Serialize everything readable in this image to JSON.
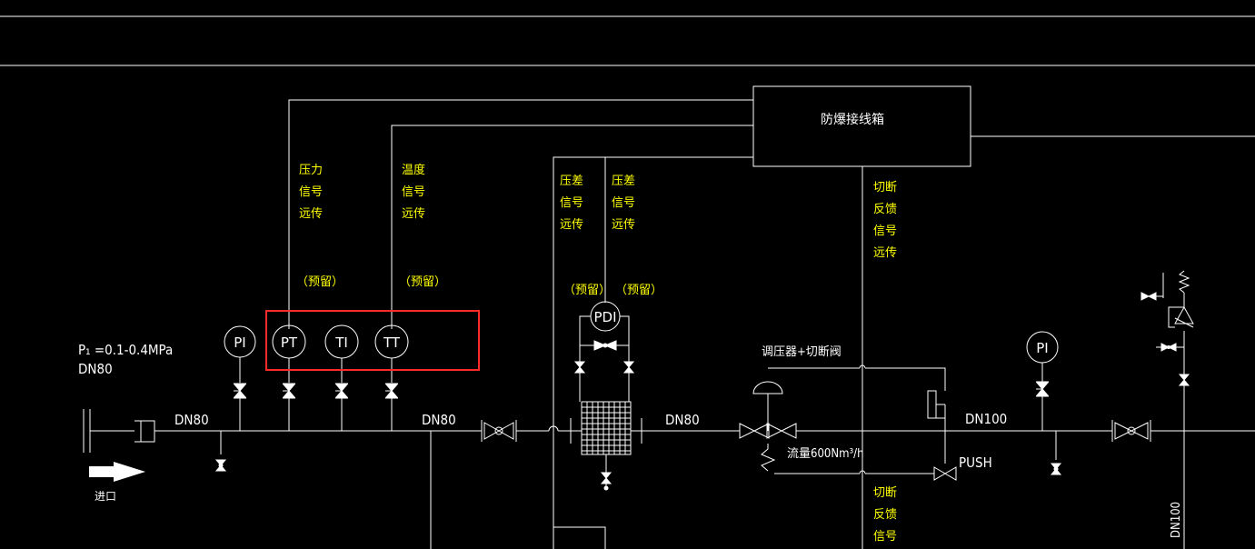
{
  "diagram": {
    "inlet_pressure": "P₁ =0.1-0.4MPa",
    "inlet_size": "DN80",
    "inlet_label": "进口",
    "junction_box": "防爆接线箱",
    "pipe_labels": [
      "DN80",
      "DN80",
      "DN80",
      "DN100",
      "DN100"
    ],
    "instruments": {
      "pi_1": "PI",
      "pt": "PT",
      "ti": "TI",
      "tt": "TT",
      "pdi": "PDI",
      "pi_2": "PI"
    },
    "reserved": "（预留）",
    "signals": {
      "pressure": [
        "压力",
        "信号",
        "远传"
      ],
      "temperature": [
        "温度",
        "信号",
        "远传"
      ],
      "dp_1": [
        "压差",
        "信号",
        "远传"
      ],
      "dp_2": [
        "压差",
        "信号",
        "远传"
      ],
      "cutoff_1": [
        "切断",
        "反馈",
        "信号",
        "远传"
      ],
      "cutoff_2": [
        "切断",
        "反馈",
        "信号"
      ]
    },
    "regulator_label": "调压器+切断阀",
    "flow_label": "流量600Nm³/h",
    "push_label": "PUSH"
  },
  "colors": {
    "background": "#000000",
    "lines": "#ffffff",
    "signal_text": "#ffff00",
    "highlight": "#ff2a2a"
  }
}
